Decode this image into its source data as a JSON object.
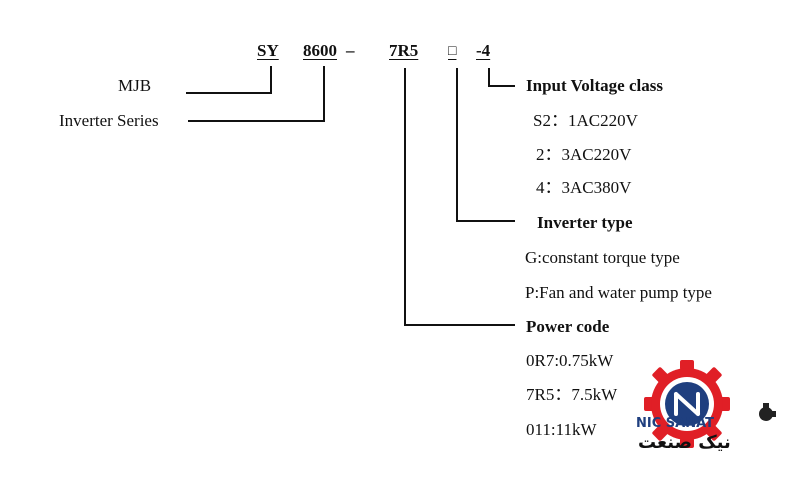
{
  "code_parts": {
    "series_prefix": "SY",
    "series_number": "8600",
    "dash": "–",
    "power": "7R5",
    "type_box": "□",
    "voltage": "-4"
  },
  "left_labels": {
    "mjb": "MJB",
    "inverter_series": "Inverter Series"
  },
  "voltage_section": {
    "heading": "Input Voltage class",
    "items": [
      "S2：1AC220V",
      "2：3AC220V",
      "4：3AC380V"
    ]
  },
  "type_section": {
    "heading": "Inverter type",
    "items": [
      "G:constant torque type",
      "P:Fan and water pump type"
    ]
  },
  "power_section": {
    "heading": "Power code",
    "items": [
      "0R7:0.75kW",
      "7R5：7.5kW",
      "011:11kW"
    ]
  },
  "logo": {
    "latin": "NIC SANAT",
    "persian": "نیک صنعت",
    "colors": {
      "red": "#e01f26",
      "blue": "#1f3f7f",
      "dark": "#222222"
    }
  }
}
